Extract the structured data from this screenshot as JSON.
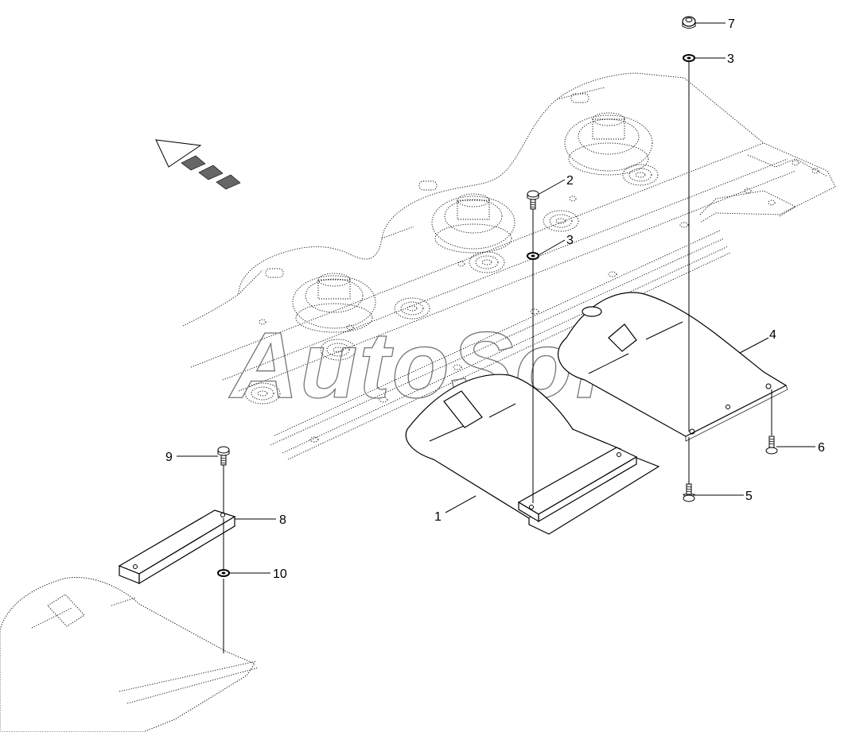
{
  "watermark": "AutoSoft",
  "callouts": [
    {
      "id": "c7",
      "label": "7"
    },
    {
      "id": "c3a",
      "label": "3"
    },
    {
      "id": "c2",
      "label": "2"
    },
    {
      "id": "c3b",
      "label": "3"
    },
    {
      "id": "c4",
      "label": "4"
    },
    {
      "id": "c6",
      "label": "6"
    },
    {
      "id": "c5",
      "label": "5"
    },
    {
      "id": "c1",
      "label": "1"
    },
    {
      "id": "c9",
      "label": "9"
    },
    {
      "id": "c8",
      "label": "8"
    },
    {
      "id": "c10",
      "label": "10"
    }
  ],
  "direction_arrow_icon": "forward-arrow-icon"
}
